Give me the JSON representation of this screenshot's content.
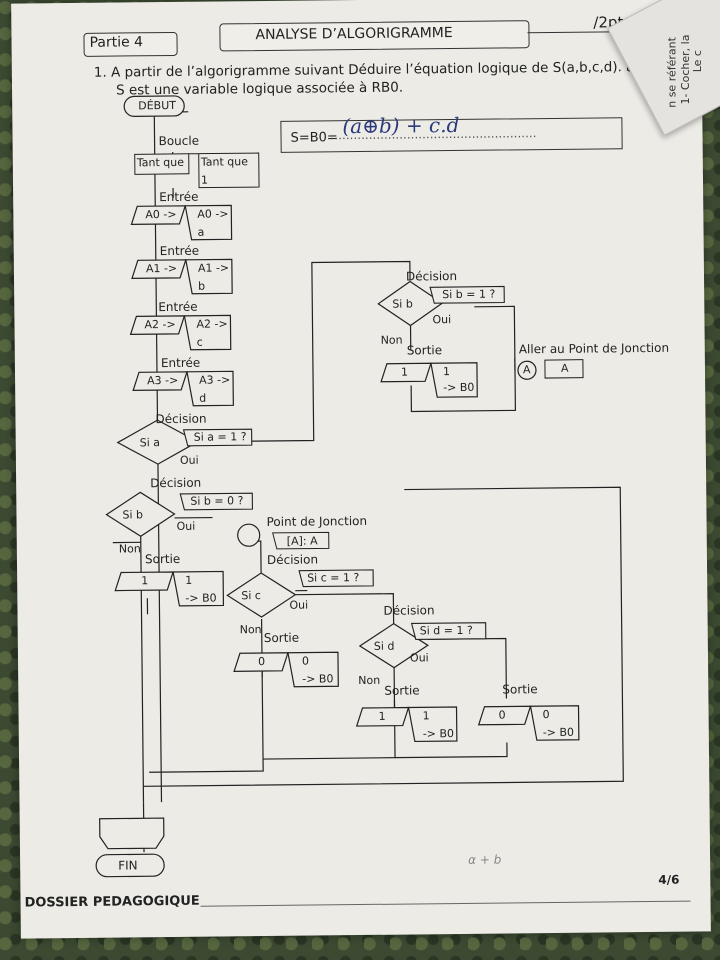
{
  "header": {
    "part": "Partie 4",
    "title": "ANALYSE D’ALGORIGRAMME",
    "points": "/2pts"
  },
  "corner": {
    "line1": "n se référant",
    "line2": "1- Cocher, la",
    "line3": "Le c"
  },
  "question": {
    "line1": "1.  A partir de l’algorigramme suivant Déduire  l’équation logique de S(a,b,c,d). avec",
    "line2": "S  est  une  variable  logique associée à RB0."
  },
  "answer": {
    "label": "S=B0=",
    "handwritten": "(a⊕b) + c.d",
    "dots": "......................................................"
  },
  "flow": {
    "debut": "DÉBUT",
    "fin": "FIN",
    "boucle": "Boucle",
    "tant_que": "Tant que",
    "tant_que_1a": "Tant que",
    "tant_que_1b": "1",
    "entree": "Entrée",
    "a0": "A0 ->",
    "a0_to_a": "A0 ->",
    "a": "a",
    "a1": "A1 ->",
    "a1_to_b": "A1 ->",
    "b": "b",
    "a2": "A2 ->",
    "a2_to_c": "A2 ->",
    "c": "c",
    "a3": "A3 ->",
    "a3_to_d": "A3 ->",
    "d": "d",
    "decision": "Décision",
    "si_a": "Si  a",
    "si_a_eq": "Si  a = 1 ?",
    "si_b": "Si  b",
    "si_b_eq1": "Si  b = 1 ?",
    "si_b_eq0": "Si  b = 0 ?",
    "si_c": "Si  c",
    "si_c_eq": "Si  c = 1 ?",
    "si_d": "Si  d",
    "si_d_eq": "Si  d = 1 ?",
    "oui": "Oui",
    "non": "Non",
    "sortie": "Sortie",
    "one": "1",
    "zero": "0",
    "to_b0": "-> B0",
    "aller": "Aller au Point de Jonction",
    "connector_a": "A",
    "point_jonction": "Point de Jonction",
    "jonction_a": "[A]: A"
  },
  "scribble": "α + b",
  "footer": {
    "left": "DOSSIER PEDAGOGIQUE",
    "page": "4/6"
  }
}
